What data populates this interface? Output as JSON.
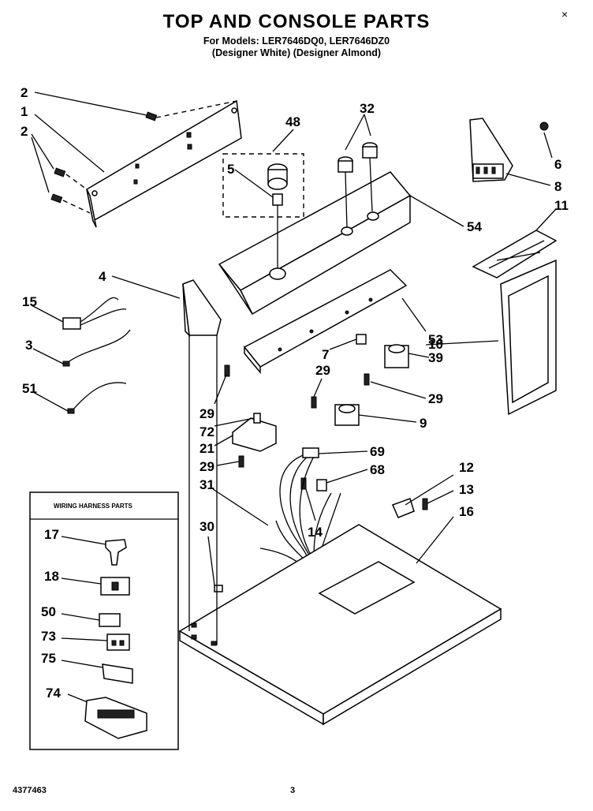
{
  "header": {
    "title": "TOP AND CONSOLE PARTS",
    "models_line": "For Models: LER7646DQ0, LER7646DZ0",
    "colors_line": "(Designer White) (Designer Almond)",
    "close_glyph": "×"
  },
  "inset": {
    "title": "WIRING HARNESS PARTS",
    "callouts": [
      "17",
      "18",
      "50",
      "73",
      "75",
      "74"
    ]
  },
  "callouts": {
    "c2a": "2",
    "c1": "1",
    "c2b": "2",
    "c48": "48",
    "c32": "32",
    "c6": "6",
    "c5": "5",
    "c8": "8",
    "c11": "11",
    "c54": "54",
    "c4": "4",
    "c15": "15",
    "c3": "3",
    "c51": "51",
    "c53": "53",
    "c7": "7",
    "c10": "10",
    "c39": "39",
    "c29a": "29",
    "c29b": "29",
    "c29c": "29",
    "c29d": "29",
    "c9": "9",
    "c72": "72",
    "c21": "21",
    "c69": "69",
    "c68": "68",
    "c12": "12",
    "c13": "13",
    "c31": "31",
    "c16": "16",
    "c14": "14",
    "c30": "30"
  },
  "footer": {
    "doc_number": "4377463",
    "page_number": "3"
  }
}
